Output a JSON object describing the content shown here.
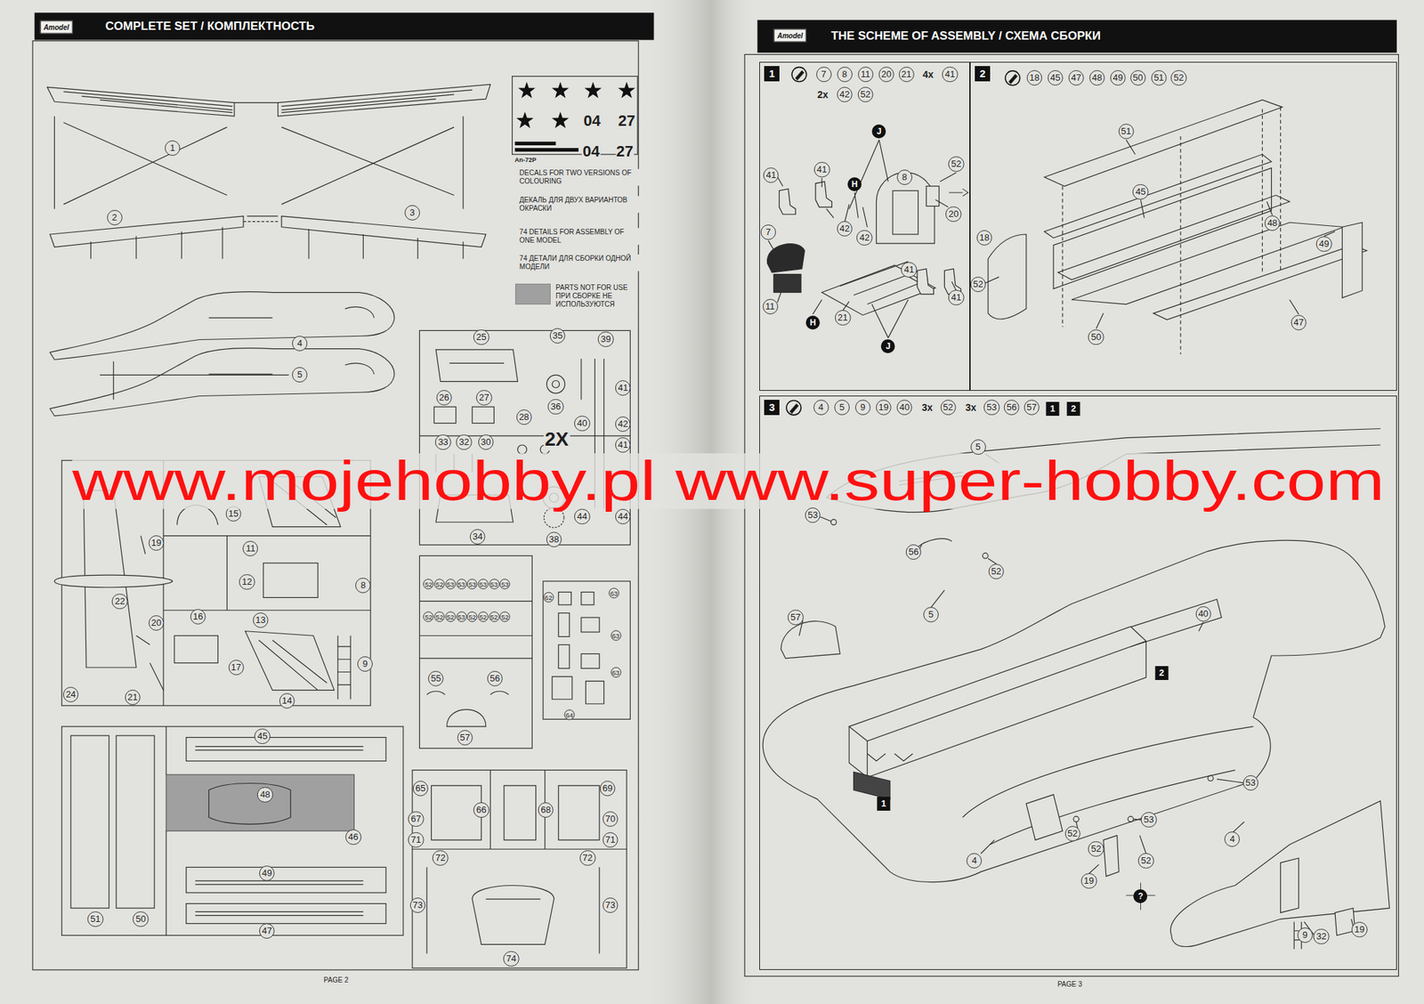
{
  "diagram": {
    "nodes": [
      {
        "text": [
          "1"
        ]
      },
      {
        "text": [
          "2"
        ]
      },
      {
        "text": [
          "3"
        ]
      }
    ],
    "labels": [
      "Amodel",
      "COMPLETE SET / КОМПЛЕКТНОСТЬ",
      "Amodel",
      "THE SCHEME OF ASSEMBLY / СХЕМА СБОРКИ",
      "1",
      "2",
      "3",
      "4",
      "5",
      "15",
      "19",
      "11",
      "12",
      "8",
      "22",
      "16",
      "13",
      "20",
      "9",
      "17",
      "14",
      "24",
      "21",
      "25",
      "35",
      "39",
      "26",
      "27",
      "36",
      "28",
      "40",
      "41",
      "42",
      "41",
      "33",
      "32",
      "30",
      "2X",
      "44",
      "44",
      "34",
      "38",
      "52",
      "52",
      "53",
      "53",
      "53",
      "53",
      "53",
      "53",
      "52",
      "52",
      "52",
      "53",
      "52",
      "52",
      "52",
      "52",
      "55",
      "56",
      "57",
      "62",
      "63",
      "63",
      "63",
      "64",
      "45",
      "48",
      "46",
      "49",
      "47",
      "51",
      "50",
      "65",
      "66",
      "68",
      "69",
      "67",
      "70",
      "71",
      "71",
      "72",
      "72",
      "73",
      "73",
      "74",
      "04",
      "27",
      "04",
      "27",
      "An-72P",
      "DECALS FOR TWO VERSIONS OF COLOURING",
      "ДЕКАЛЬ ДЛЯ ДВУХ ВАРИАНТОВ ОКРАСКИ",
      "74 DETAILS FOR ASSEMBLY OF ONE MODEL",
      "74 ДЕТАЛИ ДЛЯ СБОРКИ ОДНОЙ МОДЕЛИ",
      "www.mojehobby.pl www.super-hobby.com",
      "PAGE 2",
      "PAGE 3",
      "7",
      "8",
      "11",
      "20",
      "21",
      "4x",
      "41",
      "2x",
      "42",
      "52",
      "41",
      "41",
      "8",
      "52",
      "20",
      "7",
      "42",
      "42",
      "11",
      "21",
      "41",
      "41",
      "J",
      "H",
      "H",
      "J",
      "18",
      "45",
      "47",
      "48",
      "49",
      "50",
      "51",
      "52",
      "51",
      "45",
      "48",
      "18",
      "52",
      "49",
      "50",
      "47",
      "4",
      "5",
      "9",
      "19",
      "40",
      "3x",
      "52",
      "3x",
      "53",
      "56",
      "57",
      "1",
      "2",
      "5",
      "53",
      "56",
      "52",
      "40",
      "5",
      "57",
      "2",
      "53",
      "1",
      "53",
      "52",
      "52",
      "4",
      "52",
      "19",
      "?",
      "4",
      "9",
      "32",
      "19"
    ],
    "legend": [
      {
        "text": "PARTS NOT FOR USE ПРИ СБОРКЕ НЕ ИСПОЛЬЗУЮТСЯ",
        "color": "#a0a0a0"
      }
    ]
  }
}
